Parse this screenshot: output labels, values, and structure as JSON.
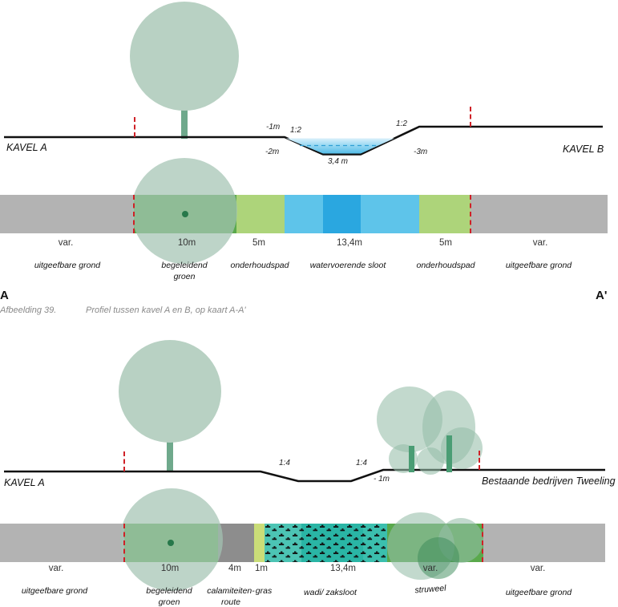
{
  "colors": {
    "gray": "#b3b3b3",
    "dark_gray": "#8d8d8d",
    "green": "#5aa94c",
    "light_green": "#add47a",
    "gras_strip": "#cadd78",
    "light_blue": "#5ec4ea",
    "mid_blue": "#2aa7e0",
    "teal": "#2ab5a5",
    "teal_light": "#4cc4b4",
    "teal_mid": "#3bbfae",
    "canopy": "#b8d1c3",
    "trunk": "#6fa98c",
    "trunk_dark": "#4a9d74",
    "tree_dot": "#27784a",
    "red_dash": "#cf2127"
  },
  "top_profile": {
    "kavel_left": "KAVEL A",
    "kavel_right": "KAVEL B",
    "ann_minus1m": "-1m",
    "ann_slope_left": "1:2",
    "ann_minus2m": "-2m",
    "ann_width": "3,4 m",
    "ann_slope_right": "1:2",
    "ann_minus3m": "-3m"
  },
  "top_bar": {
    "segments": [
      {
        "width_label": "var.",
        "label": "uitgeefbare grond"
      },
      {
        "width_label": "10m",
        "label": "begeleidend\ngroen"
      },
      {
        "width_label": "5m",
        "label": "onderhoudspad"
      },
      {
        "width_label": "13,4m",
        "label": "watervoerende sloot"
      },
      {
        "width_label": "5m",
        "label": "onderhoudspad"
      },
      {
        "width_label": "var.",
        "label": "uitgeefbare grond"
      }
    ]
  },
  "caption": {
    "marker_left": "A",
    "marker_right": "A'",
    "figure": "Afbeelding 39.",
    "text": "Profiel tussen kavel A en B, op kaart A-A'"
  },
  "bottom_profile": {
    "kavel_left": "KAVEL A",
    "right_label": "Bestaande bedrijven Tweeling",
    "ann_slope_left": "1:4",
    "ann_slope_right": "1:4",
    "ann_depth": "- 1m"
  },
  "bottom_bar": {
    "segments": [
      {
        "width_label": "var.",
        "label": "uitgeefbare grond"
      },
      {
        "width_label": "10m",
        "label": "begeleidend\ngroen"
      },
      {
        "width_label": "4m",
        "label": "calamiteiten-\nroute"
      },
      {
        "width_label": "1m",
        "label": "gras"
      },
      {
        "width_label": "13,4m",
        "label": "wadi/ zaksloot"
      },
      {
        "width_label": "var.",
        "label": "struweel"
      },
      {
        "width_label": "var.",
        "label": "uitgeefbare grond"
      }
    ]
  }
}
